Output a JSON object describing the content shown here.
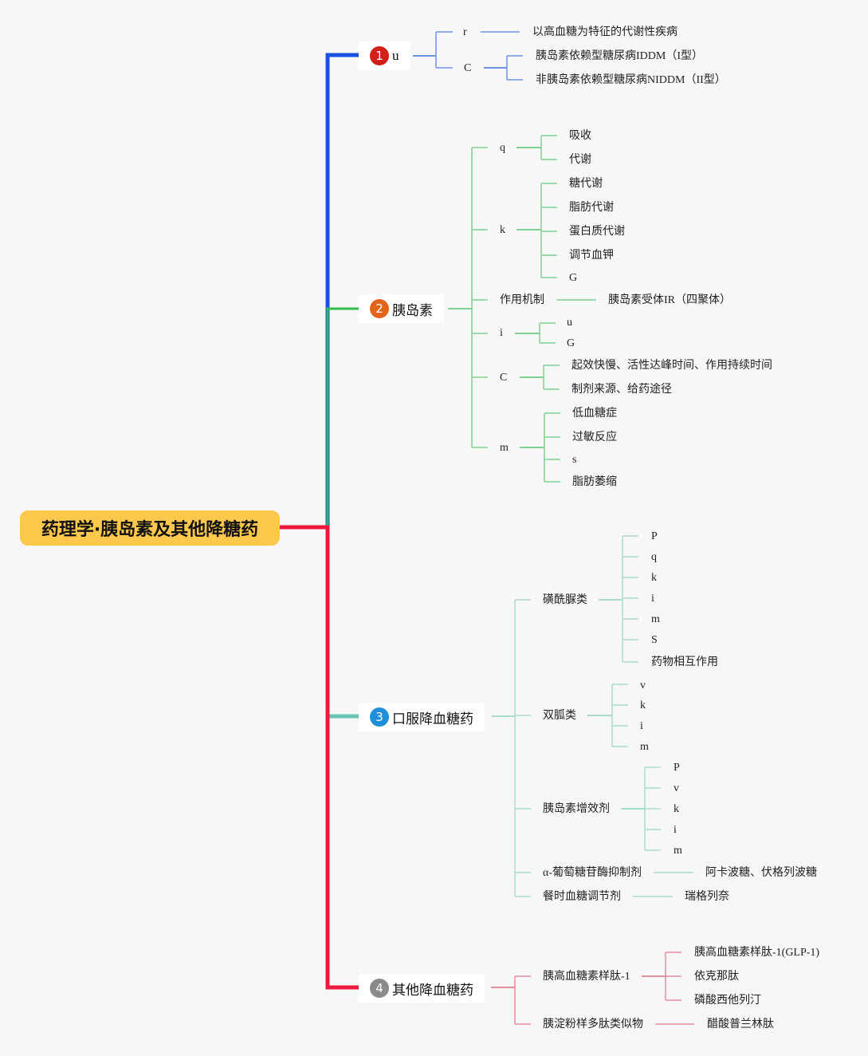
{
  "root": {
    "title": "药理学·胰岛素及其他降糖药",
    "color": "#fdc84b"
  },
  "branches": [
    {
      "number": "1",
      "label": "u",
      "line_color": "#1a4fe0",
      "badge_color": "#d0201a",
      "sub_color": "#6f92e0",
      "children": [
        {
          "label": "r",
          "children": [
            "以高血糖为特征的代谢性疾病"
          ]
        },
        {
          "label": "C",
          "children": [
            "胰岛素依赖型糖尿病IDDM（I型）",
            "非胰岛素依赖型糖尿病NIDDM（II型）"
          ]
        }
      ]
    },
    {
      "number": "2",
      "label": "胰岛素",
      "line_color": "#2fbf4f",
      "badge_color": "#e0651a",
      "sub_color": "#7dd38f",
      "children": [
        {
          "label": "q",
          "children": [
            "吸收",
            "代谢"
          ]
        },
        {
          "label": "k",
          "children": [
            "糖代谢",
            "脂肪代谢",
            "蛋白质代谢",
            "调节血钾",
            "G"
          ]
        },
        {
          "label": "作用机制",
          "children": [
            "胰岛素受体IR（四聚体）"
          ]
        },
        {
          "label": "i",
          "children": [
            "u",
            "G"
          ]
        },
        {
          "label": "C",
          "children": [
            "起效快慢、活性达峰时间、作用持续时间",
            "制剂来源、给药途径"
          ]
        },
        {
          "label": "m",
          "children": [
            "低血糖症",
            "过敏反应",
            "s",
            "脂肪萎缩"
          ]
        }
      ]
    },
    {
      "number": "3",
      "label": "口服降血糖药",
      "line_color": "#6cc5b5",
      "badge_color": "#1e8fd8",
      "sub_color": "#a9dccf",
      "children": [
        {
          "label": "磺酰脲类",
          "children": [
            "P",
            "q",
            "k",
            "i",
            "m",
            "S",
            "药物相互作用"
          ]
        },
        {
          "label": "双胍类",
          "children": [
            "v",
            "k",
            "i",
            "m"
          ]
        },
        {
          "label": "胰岛素增效剂",
          "children": [
            "P",
            "v",
            "k",
            "i",
            "m"
          ]
        },
        {
          "label": "α-葡萄糖苷酶抑制剂",
          "children": [
            "阿卡波糖、伏格列波糖"
          ]
        },
        {
          "label": "餐时血糖调节剂",
          "children": [
            "瑞格列奈"
          ]
        }
      ]
    },
    {
      "number": "4",
      "label": "其他降血糖药",
      "line_color": "#f0173e",
      "badge_color": "#8a8a8a",
      "sub_color": "#e58ea0",
      "children": [
        {
          "label": "胰高血糖素样肽-1",
          "children": [
            "胰高血糖素样肽-1(GLP-1)",
            "依克那肽",
            "磷酸西他列汀"
          ]
        },
        {
          "label": "胰淀粉样多肽类似物",
          "children": [
            "醋酸普兰林肽"
          ]
        }
      ]
    }
  ]
}
